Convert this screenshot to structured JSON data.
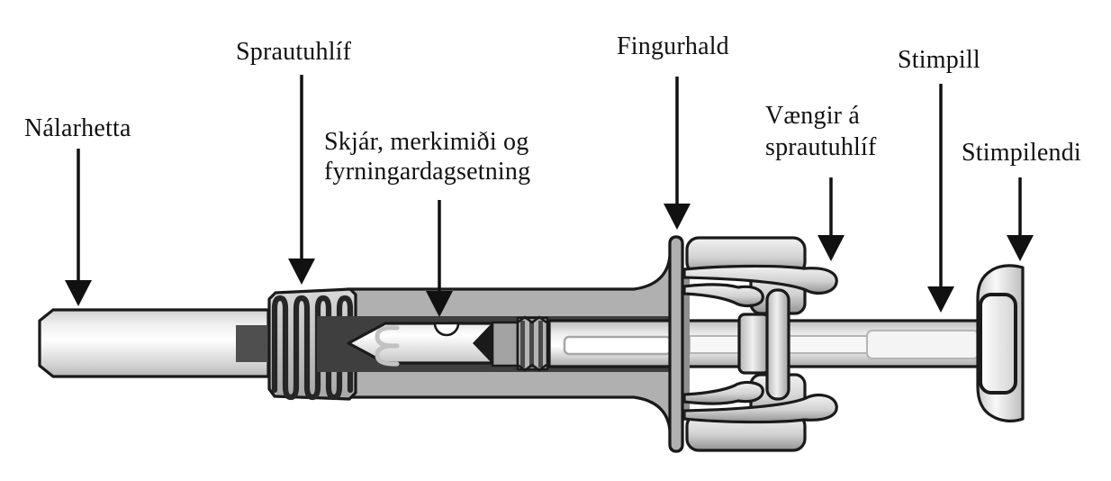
{
  "diagram": {
    "description": "Cross-section illustration of a pre-filled syringe with needle safety guard, labeled in Icelandic",
    "labels": {
      "needle_cap": "Nálarhetta",
      "syringe_guard": "Sprautuhlíf",
      "window_label_expiry": "Skjár, merkimiði og\nfyrningardagsetning",
      "finger_grip": "Fingurhald",
      "guard_wings": "Vængir á\nsprautuhlíf",
      "plunger": "Stimpill",
      "plunger_end": "Stimpilendi"
    },
    "colors": {
      "background": "#ffffff",
      "outline": "#1a1a1a",
      "body_gray": "#b0b0b0",
      "inner_sleeve": "#3f3f3f",
      "text": "#111111"
    }
  }
}
